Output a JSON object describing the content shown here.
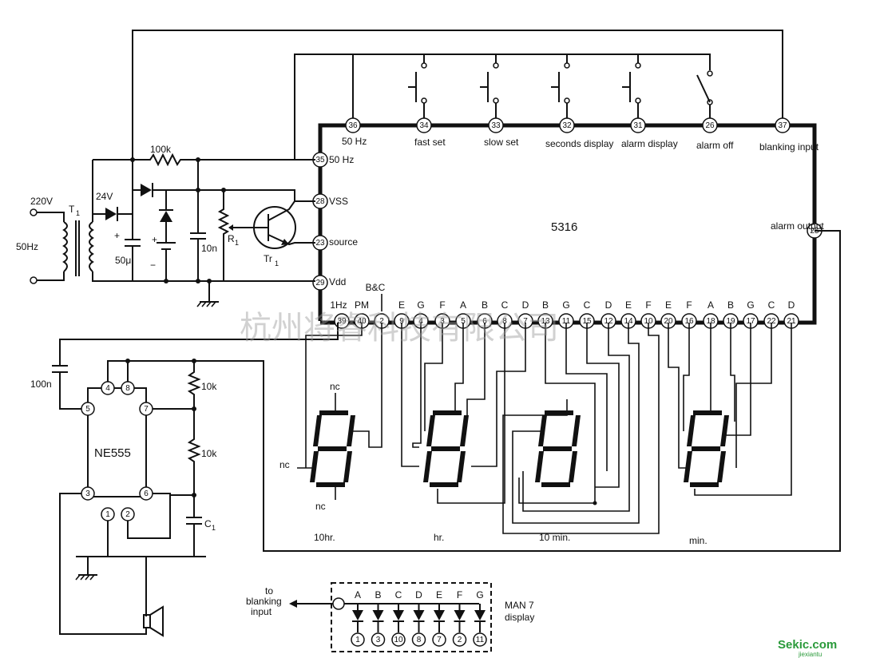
{
  "ic_5316": {
    "name": "5316",
    "pins_top": [
      {
        "num": "36",
        "label": "50 Hz"
      },
      {
        "num": "34",
        "label": "fast set"
      },
      {
        "num": "33",
        "label": "slow set"
      },
      {
        "num": "32",
        "label": "seconds display"
      },
      {
        "num": "31",
        "label": "alarm display"
      },
      {
        "num": "26",
        "label": "alarm off"
      },
      {
        "num": "37",
        "label": "blanking input"
      }
    ],
    "pins_left": [
      {
        "num": "35",
        "label": "50 Hz"
      },
      {
        "num": "28",
        "label": "VSS"
      },
      {
        "num": "23",
        "label": "source"
      },
      {
        "num": "29",
        "label": "Vdd"
      }
    ],
    "pin_right": {
      "num": "25",
      "label": "alarm output"
    },
    "pins_bottom": [
      {
        "num": "39",
        "label": "1Hz"
      },
      {
        "num": "40",
        "label": "PM"
      },
      {
        "num": "2",
        "label": "B&C"
      },
      {
        "num": "9",
        "label": "E"
      },
      {
        "num": "4",
        "label": "G"
      },
      {
        "num": "3",
        "label": "F"
      },
      {
        "num": "5",
        "label": "A"
      },
      {
        "num": "6",
        "label": "B"
      },
      {
        "num": "8",
        "label": "C"
      },
      {
        "num": "7",
        "label": "D"
      },
      {
        "num": "13",
        "label": "B"
      },
      {
        "num": "11",
        "label": "G"
      },
      {
        "num": "15",
        "label": "C"
      },
      {
        "num": "12",
        "label": "D"
      },
      {
        "num": "14",
        "label": "E"
      },
      {
        "num": "10",
        "label": "F"
      },
      {
        "num": "20",
        "label": "E"
      },
      {
        "num": "16",
        "label": "F"
      },
      {
        "num": "18",
        "label": "A"
      },
      {
        "num": "19",
        "label": "B"
      },
      {
        "num": "17",
        "label": "G"
      },
      {
        "num": "22",
        "label": "C"
      },
      {
        "num": "21",
        "label": "D"
      }
    ]
  },
  "power": {
    "mains": "220V",
    "freq": "50Hz",
    "transformer": "T",
    "transformer_sub": "1",
    "secondary": "24V",
    "cap_main": "50μ",
    "resistor": "100k",
    "cap_small": "10n",
    "pot": "R",
    "pot_sub": "1",
    "transistor": "Tr",
    "transistor_sub": "1",
    "plus": "+",
    "minus": "−"
  },
  "timer": {
    "name": "NE555",
    "pins": [
      "4",
      "8",
      "5",
      "7",
      "3",
      "6",
      "1",
      "2"
    ],
    "cap_in": "100n",
    "r_top": "10k",
    "r_bottom": "10k",
    "cap_timing": "C",
    "cap_timing_sub": "1"
  },
  "displays": {
    "nc": "nc",
    "groups": [
      "10hr.",
      "hr.",
      "10 min.",
      "min."
    ]
  },
  "man7": {
    "to_label_1": "to",
    "to_label_2": "blanking",
    "to_label_3": "input",
    "segments": [
      "A",
      "B",
      "C",
      "D",
      "E",
      "F",
      "G"
    ],
    "pins": [
      "1",
      "3",
      "10",
      "8",
      "7",
      "2",
      "11"
    ],
    "name_1": "MAN 7",
    "name_2": "display"
  },
  "watermark": "杭州将睿科技有限公司",
  "logo": {
    "text": "Sekic.com",
    "sub": "jiexiantu"
  }
}
